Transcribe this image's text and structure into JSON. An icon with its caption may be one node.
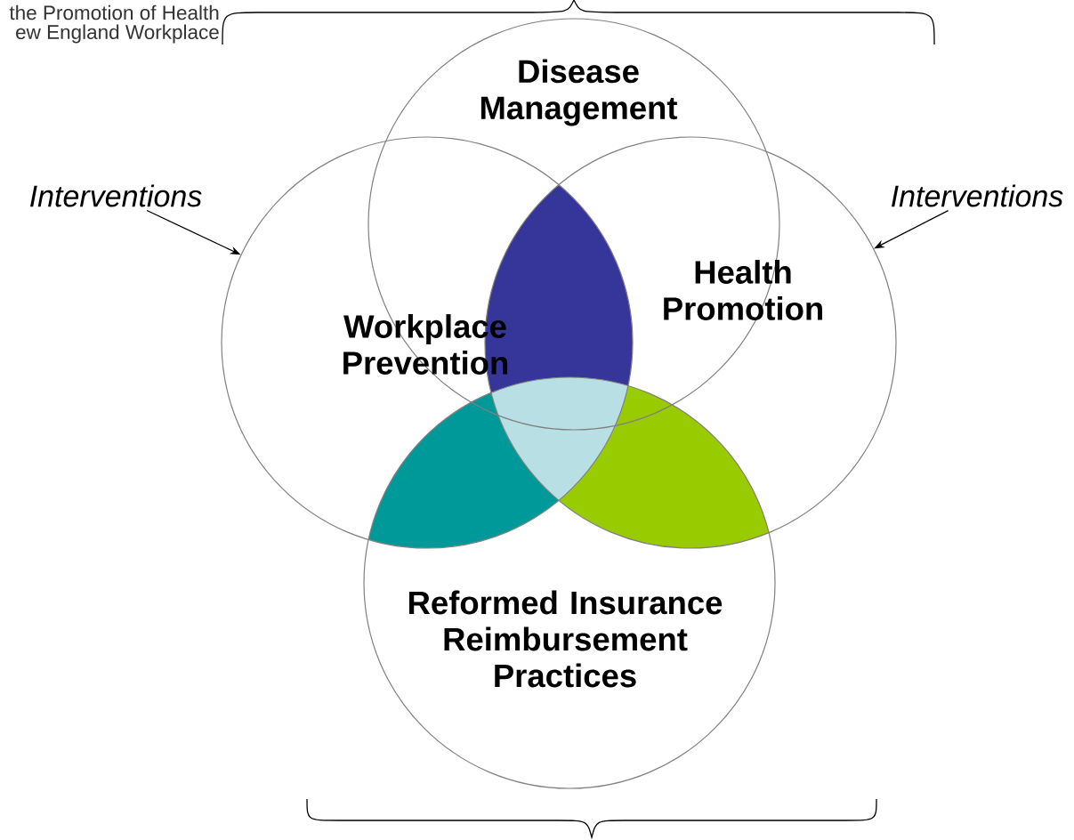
{
  "diagram": {
    "nodes": [
      {
        "text": [
          "Disease Management"
        ]
      },
      {
        "text": [
          "Interventions"
        ]
      },
      {
        "text": [
          "Interventions"
        ]
      },
      {
        "text": [
          "Health Promotion"
        ]
      },
      {
        "text": [
          "Workplace Prevention"
        ]
      },
      {
        "text": [
          "Reformed Insurance Reimbursement Practices"
        ]
      }
    ],
    "edges": [
      {
        "from": 1,
        "to": 4,
        "arrow": "to"
      },
      {
        "from": 2,
        "to": 3,
        "arrow": "to"
      }
    ],
    "labels": [
      "the Promotion of Health",
      "ew England Workplace"
    ]
  }
}
